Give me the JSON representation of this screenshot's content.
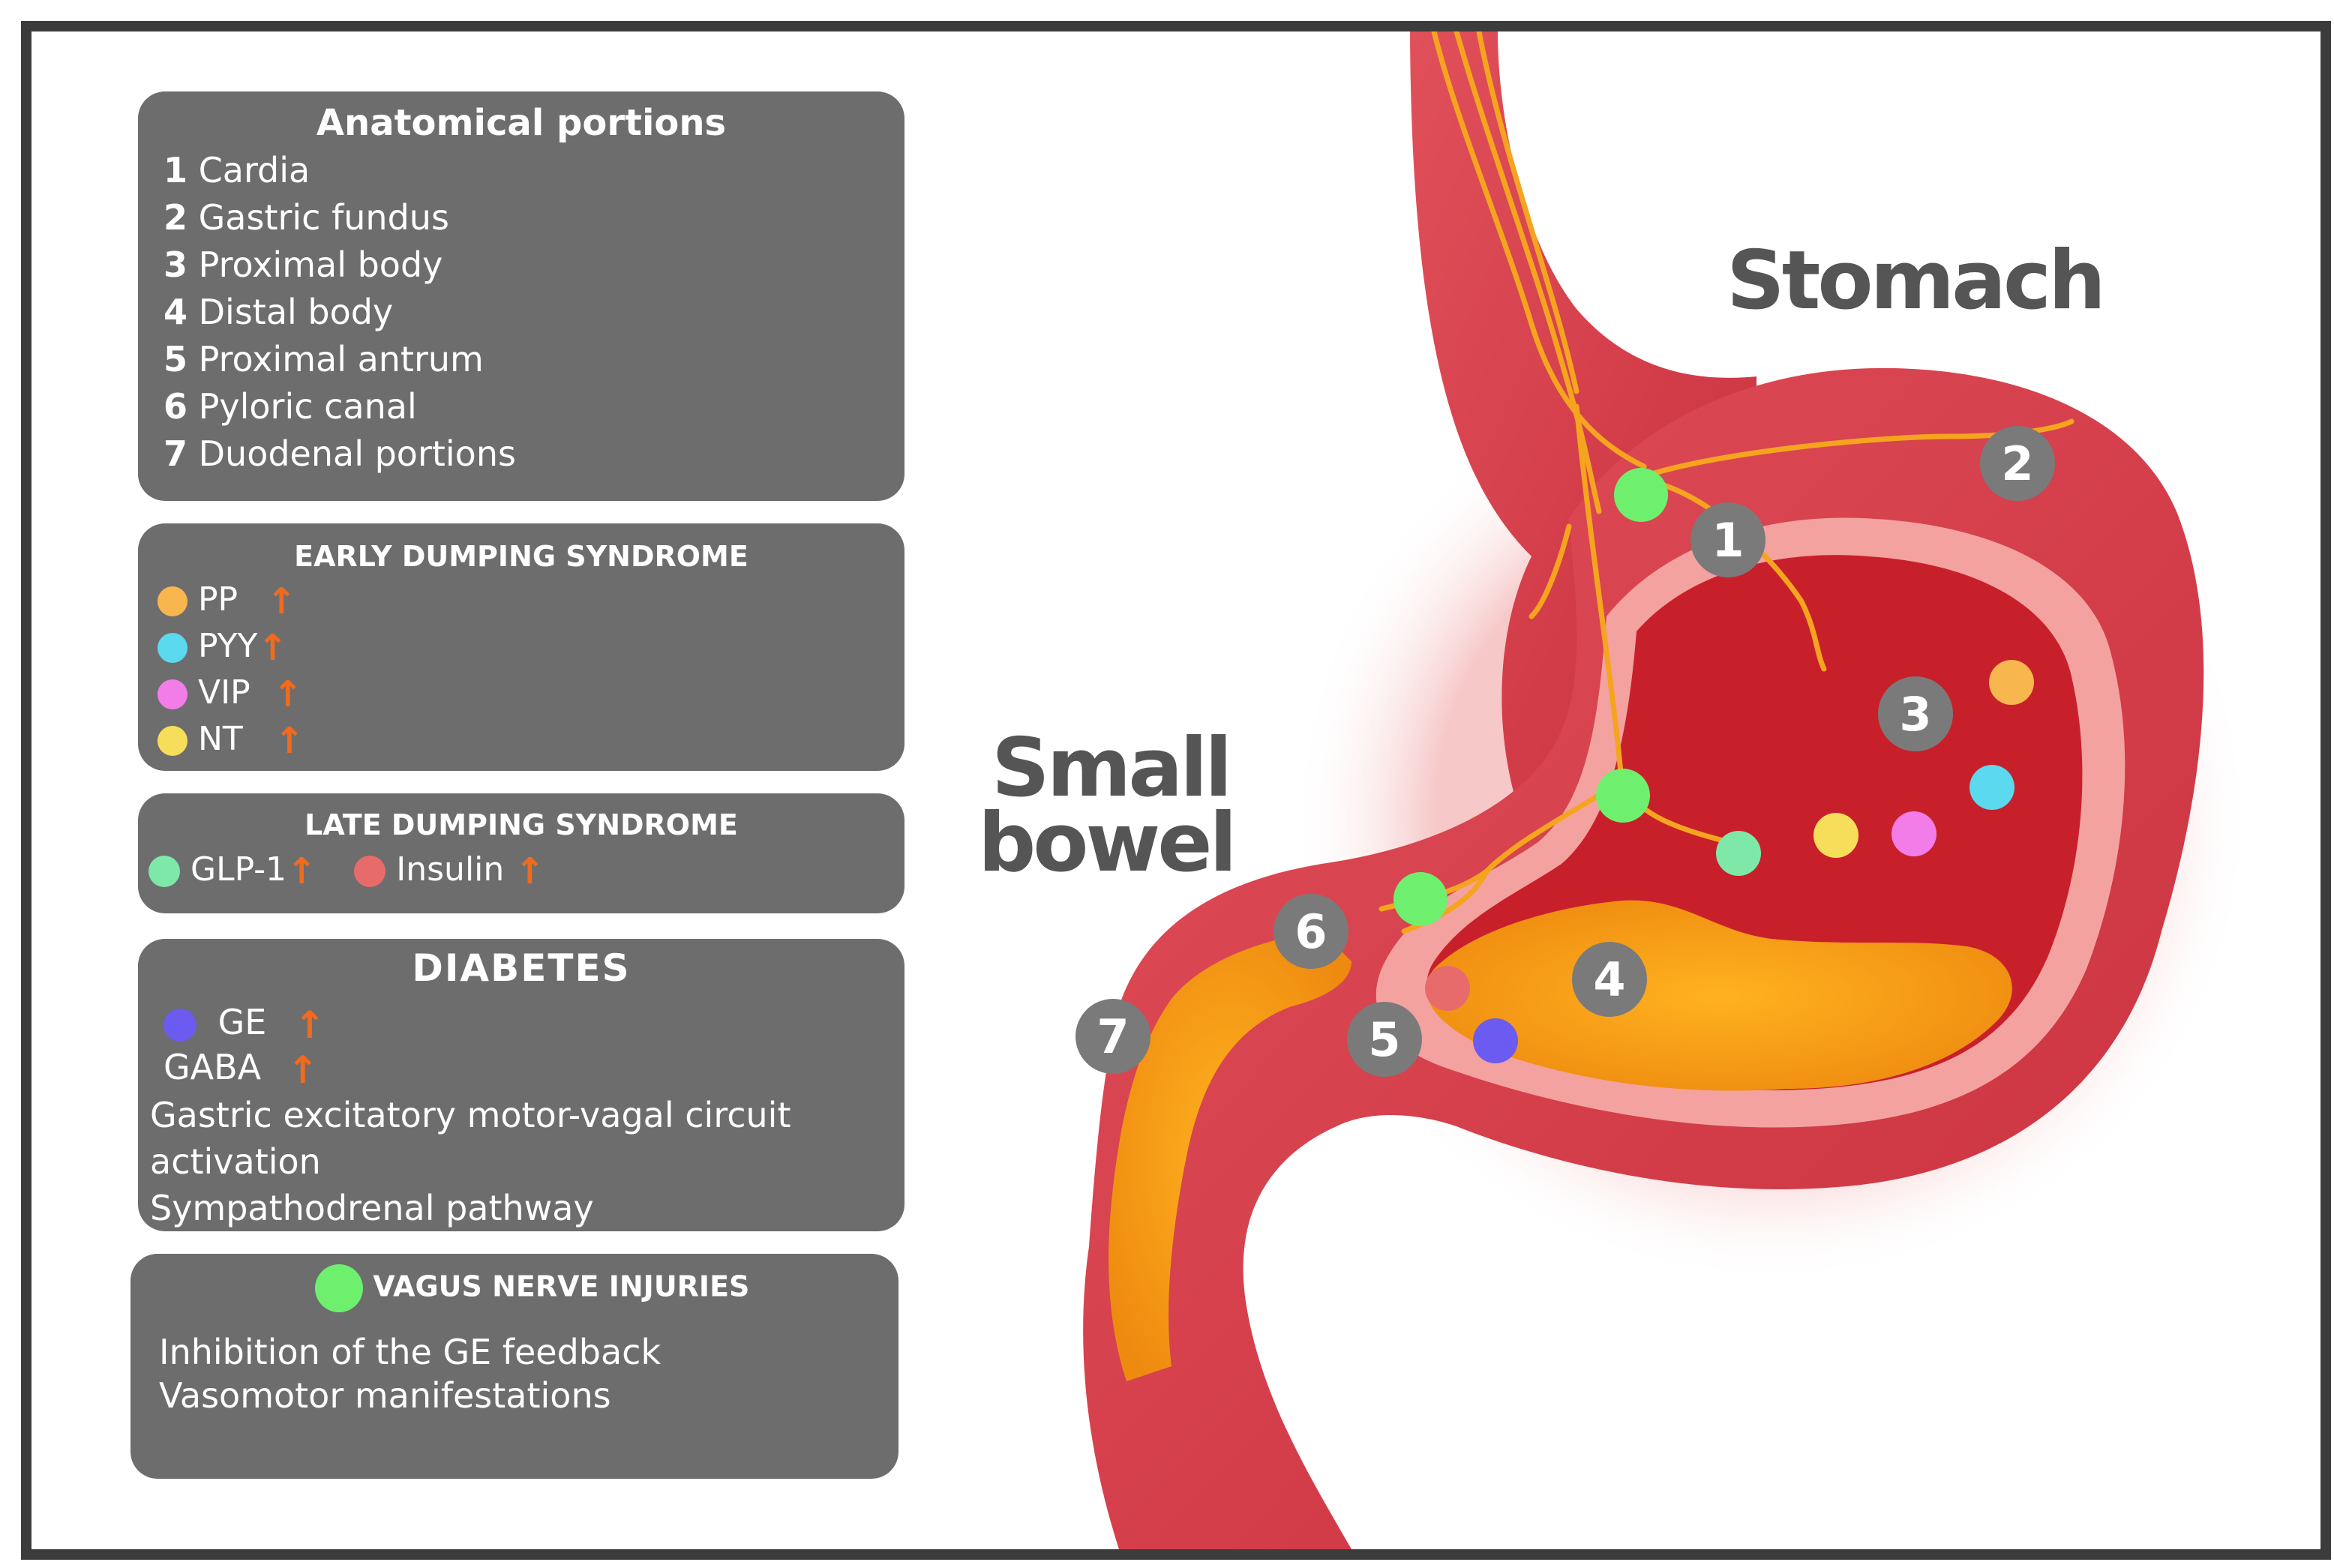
{
  "anatomical": {
    "title": "Anatomical portions",
    "items": [
      {
        "num": "1",
        "label": "Cardia"
      },
      {
        "num": "2",
        "label": "Gastric fundus"
      },
      {
        "num": "3",
        "label": "Proximal body"
      },
      {
        "num": "4",
        "label": "Distal body"
      },
      {
        "num": "5",
        "label": "Proximal antrum"
      },
      {
        "num": "6",
        "label": "Pyloric canal"
      },
      {
        "num": "7",
        "label": "Duodenal portions"
      }
    ]
  },
  "early": {
    "title": "EARLY DUMPING SYNDROME",
    "items": [
      {
        "label": "PP",
        "color": "#f7b74e"
      },
      {
        "label": "PYY",
        "color": "#5ad9ef"
      },
      {
        "label": "VIP",
        "color": "#f27de8"
      },
      {
        "label": "NT",
        "color": "#f7de5a"
      }
    ],
    "arrow": "↑"
  },
  "late": {
    "title": "LATE DUMPING SYNDROME",
    "items": [
      {
        "label": "GLP-1",
        "color": "#7ee8a8"
      },
      {
        "label": "Insulin",
        "color": "#e86b6b"
      }
    ],
    "arrow": "↑"
  },
  "diabetes": {
    "title": "DIABETES",
    "ge_label": "GE",
    "ge_color": "#6b5bf0",
    "gaba_label": "GABA",
    "arrow": "↑",
    "line1": "Gastric excitatory motor-vagal circuit",
    "line2": "activation",
    "line3": "Sympathodrenal pathway"
  },
  "vagus": {
    "title": "VAGUS NERVE INJURIES",
    "color": "#6ef06e",
    "line1": "Inhibition of the GE feedback",
    "line2": "Vasomotor manifestations"
  },
  "labels": {
    "stomach": "Stomach",
    "small1": "Small",
    "small2": "bowel"
  },
  "markers": [
    "1",
    "2",
    "3",
    "4",
    "5",
    "6",
    "7"
  ]
}
